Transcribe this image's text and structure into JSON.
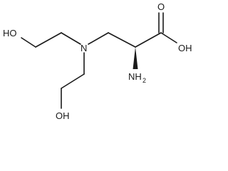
{
  "labels": {
    "oh_top_left": "HO",
    "nitrogen": "N",
    "carbonyl_oxygen": "O",
    "acid_oh": "OH",
    "amine_nh": "NH",
    "amine_sub": "2",
    "oh_bottom": "OH"
  }
}
